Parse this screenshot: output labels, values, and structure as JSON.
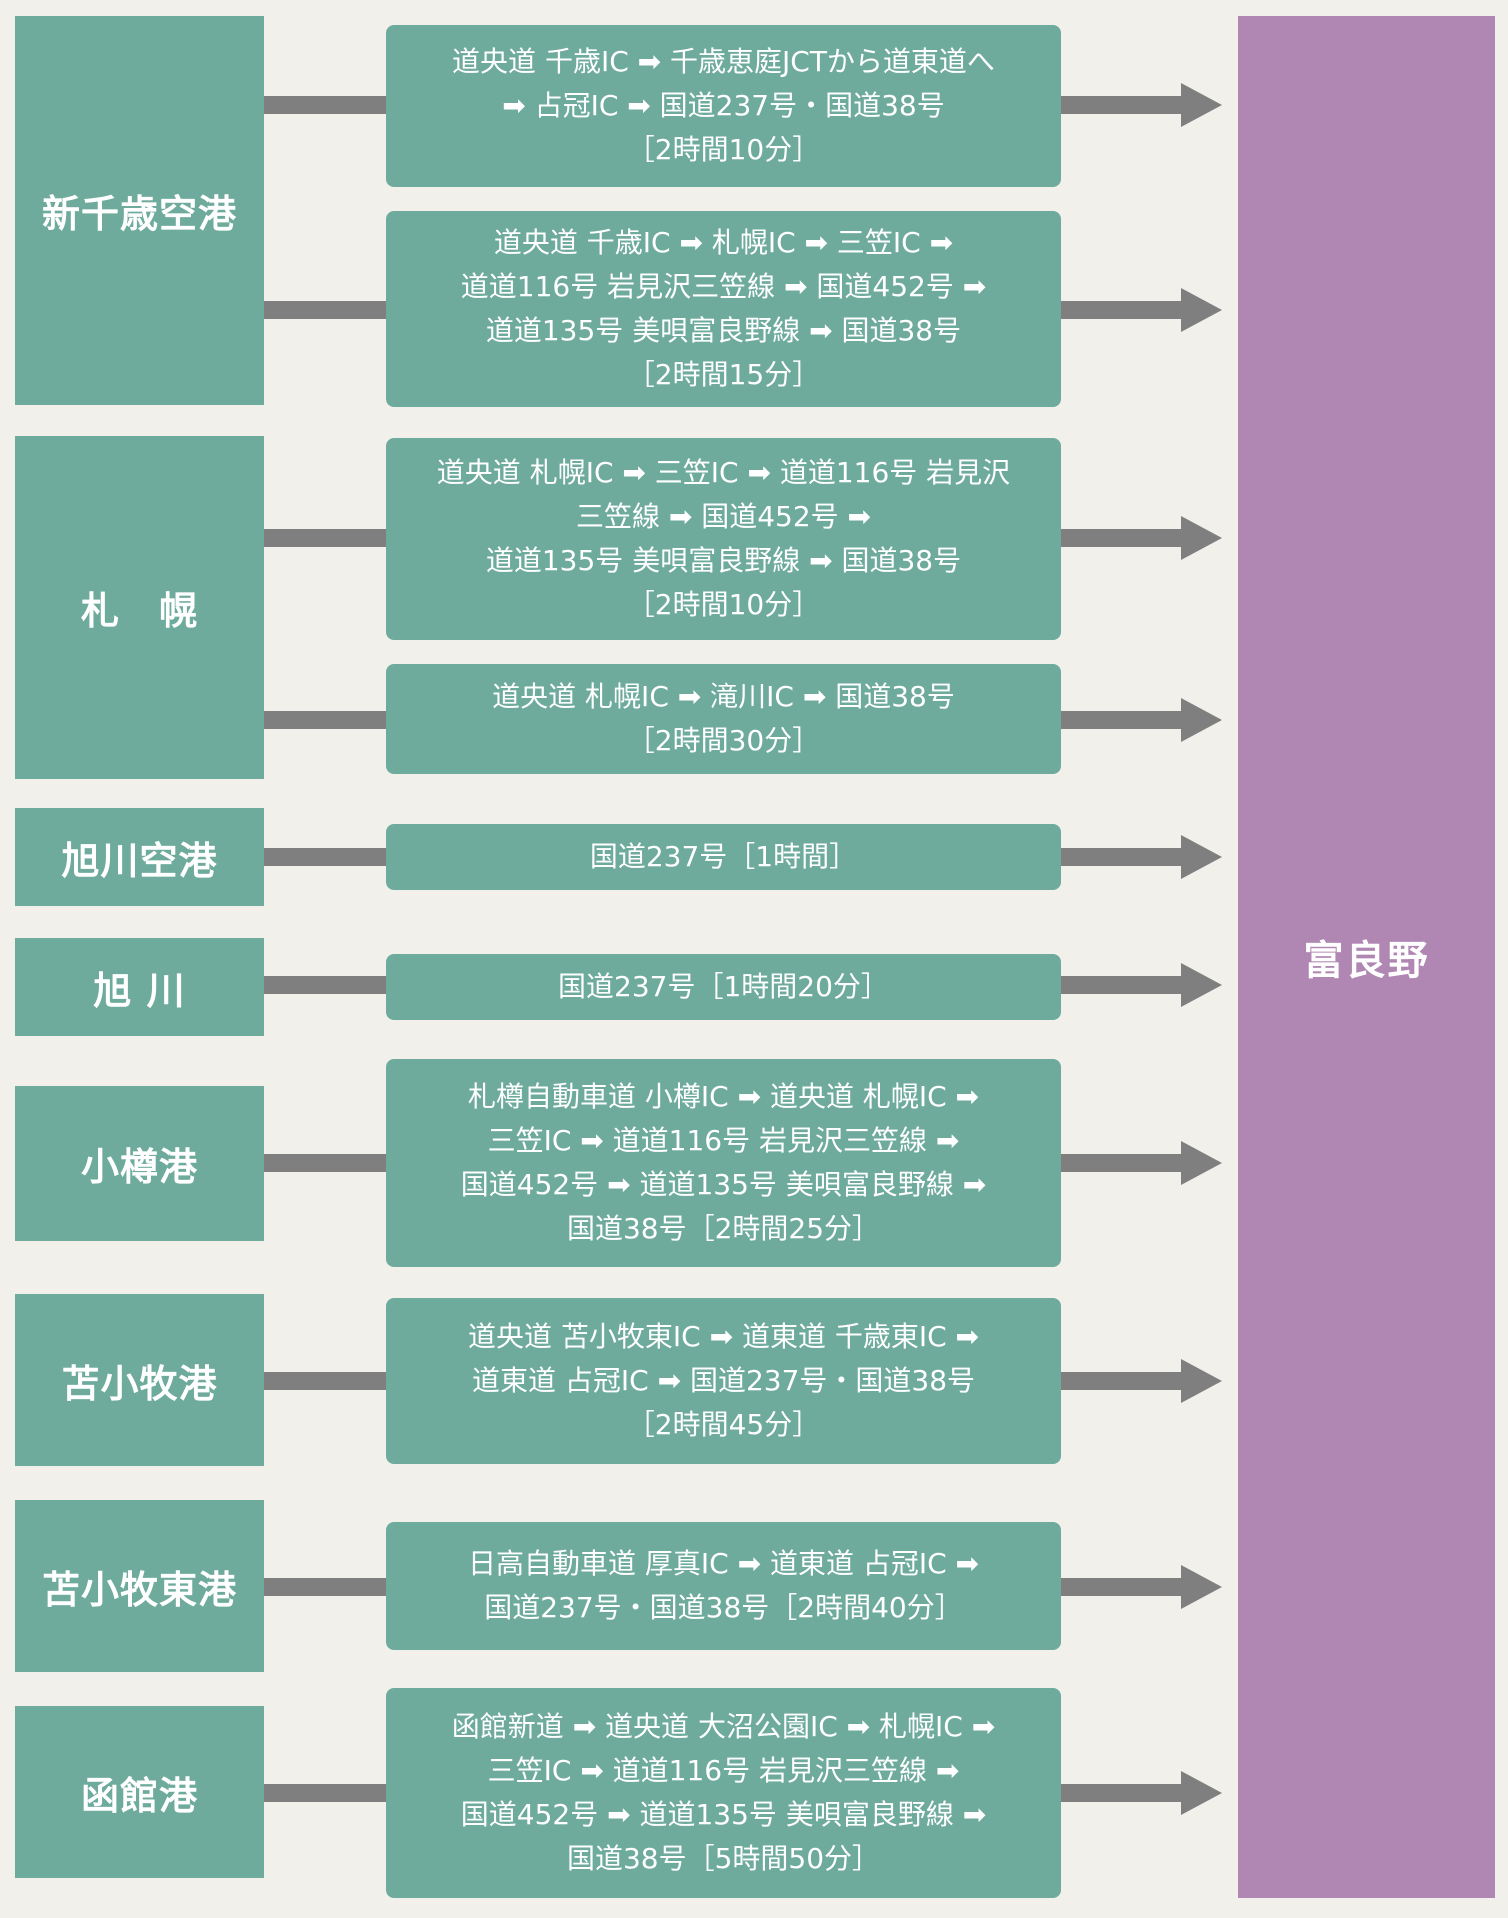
{
  "colors": {
    "origin_fill": "#6eab9c",
    "route_fill": "#6eab9c",
    "dest_fill": "#b086b2",
    "connector": "#7f7f7f",
    "background": "#f2f0eb"
  },
  "destination": "富良野",
  "origins": [
    {
      "name": "新千歳空港"
    },
    {
      "name": "札　幌"
    },
    {
      "name": "旭川空港"
    },
    {
      "name": "旭 川"
    },
    {
      "name": "小樽港"
    },
    {
      "name": "苫小牧港"
    },
    {
      "name": "苫小牧東港"
    },
    {
      "name": "函館港"
    }
  ],
  "routes": [
    {
      "text": "道央道 千歳IC ➡ 千歳恵庭JCTから道東道へ\n➡ 占冠IC ➡ 国道237号・国道38号\n［2時間10分］"
    },
    {
      "text": "道央道 千歳IC ➡ 札幌IC ➡ 三笠IC ➡\n道道116号 岩見沢三笠線 ➡ 国道452号 ➡\n道道135号 美唄富良野線 ➡ 国道38号\n［2時間15分］"
    },
    {
      "text": "道央道 札幌IC ➡ 三笠IC ➡ 道道116号 岩見沢\n三笠線 ➡ 国道452号 ➡\n道道135号 美唄富良野線 ➡ 国道38号\n［2時間10分］"
    },
    {
      "text": "道央道 札幌IC ➡ 滝川IC ➡ 国道38号\n［2時間30分］"
    },
    {
      "text": "国道237号［1時間］"
    },
    {
      "text": "国道237号［1時間20分］"
    },
    {
      "text": "札樽自動車道 小樽IC ➡ 道央道 札幌IC ➡\n三笠IC ➡ 道道116号 岩見沢三笠線 ➡\n国道452号 ➡ 道道135号 美唄富良野線 ➡\n国道38号［2時間25分］"
    },
    {
      "text": "道央道 苫小牧東IC ➡ 道東道 千歳東IC ➡\n道東道 占冠IC ➡ 国道237号・国道38号\n［2時間45分］"
    },
    {
      "text": "日高自動車道 厚真IC ➡ 道東道 占冠IC ➡\n国道237号・国道38号［2時間40分］"
    },
    {
      "text": "函館新道 ➡ 道央道 大沼公園IC ➡ 札幌IC ➡\n三笠IC ➡ 道道116号 岩見沢三笠線 ➡\n国道452号 ➡ 道道135号 美唄富良野線 ➡\n国道38号［5時間50分］"
    }
  ]
}
